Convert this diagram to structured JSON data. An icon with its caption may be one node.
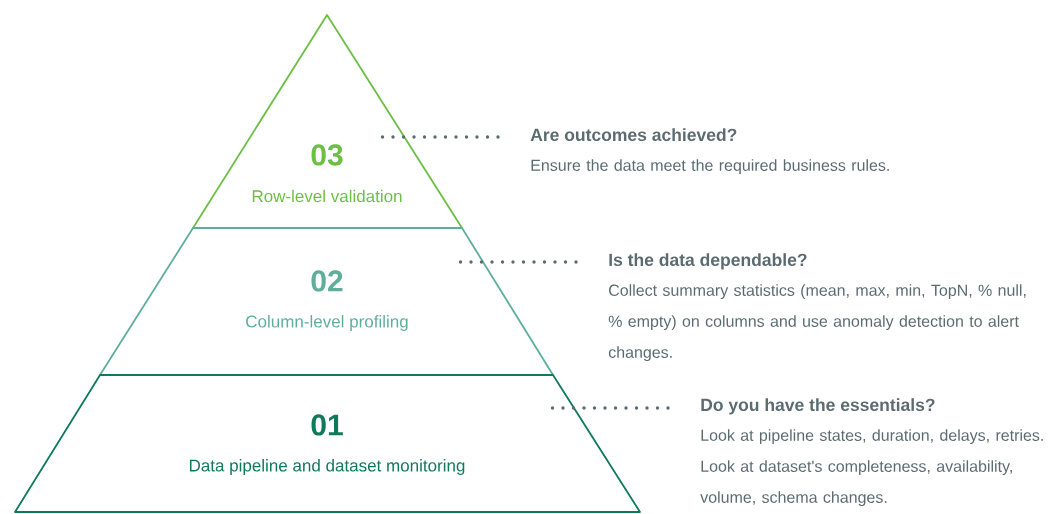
{
  "diagram": {
    "nodes": [
      {
        "text": [
          "03",
          "Row-level validation"
        ]
      },
      {
        "text": [
          "Are outcomes achieved?",
          "Ensure the data meet the required business rules."
        ]
      },
      {
        "text": [
          "02",
          "Column-level profiling"
        ]
      },
      {
        "text": [
          "Is the data dependable?",
          "Collect summary statistics (mean, max, min, TopN, % null, % empty) on columns and use anomaly detection to alert changes."
        ]
      },
      {
        "text": [
          "01",
          "Data pipeline and dataset monitoring"
        ]
      },
      {
        "text": [
          "Do you have the essentials?",
          "Look at pipeline states, duration, delays, retries. Look at dataset's completeness, availability, volume, schema changes."
        ]
      }
    ],
    "edges": [
      {
        "from": 1,
        "to": 0,
        "arrow": "none",
        "style": "dashed"
      },
      {
        "from": 3,
        "to": 2,
        "arrow": "none",
        "style": "dashed"
      },
      {
        "from": 5,
        "to": 4,
        "arrow": "none",
        "style": "dashed"
      }
    ]
  }
}
